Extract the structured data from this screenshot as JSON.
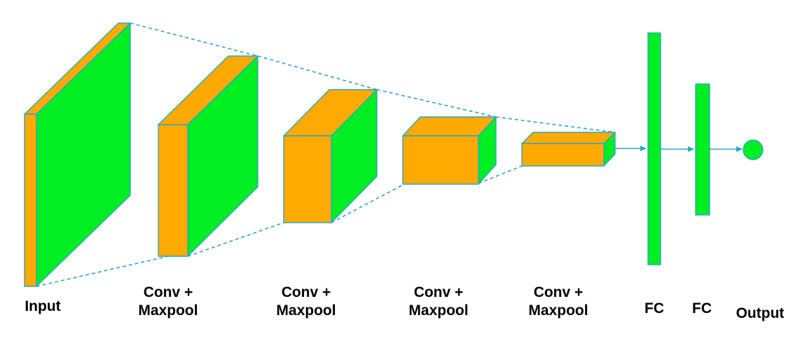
{
  "diagram": {
    "labels": {
      "input": "Input",
      "conv_1": [
        "Conv +",
        "Maxpool"
      ],
      "conv_2": [
        "Conv +",
        "Maxpool"
      ],
      "conv_3": [
        "Conv +",
        "Maxpool"
      ],
      "conv_4": [
        "Conv +",
        "Maxpool"
      ],
      "fc_1": "FC",
      "fc_2": "FC",
      "output": "Output"
    },
    "colors": {
      "front_face": "#FFAA00",
      "side_face": "#00EE22",
      "edge": "#2AA5C8",
      "connector": "#2AA5C8",
      "label": "#000000"
    }
  }
}
